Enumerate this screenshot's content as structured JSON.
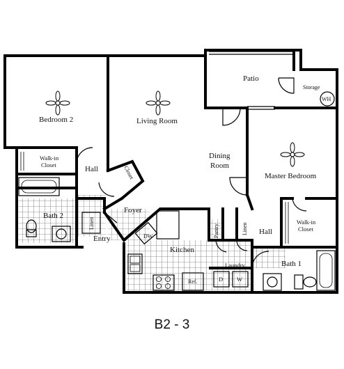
{
  "rooms": {
    "bedroom2": "Bedroom 2",
    "living_room": "Living Room",
    "patio": "Patio",
    "storage": "Storage",
    "wh": "WH",
    "walkin_closet_left_1": "Walk-in",
    "walkin_closet_left_2": "Closet",
    "hall_left": "Hall",
    "closet": "Closet",
    "dining_1": "Dining",
    "dining_2": "Room",
    "master_bedroom": "Master Bedroom",
    "bath2": "Bath 2",
    "linen_left": "Linen",
    "foyer": "Foyer",
    "entry": "Entry",
    "dw": "DW",
    "kitchen": "Kitchen",
    "pantry": "Pantry",
    "linen_right": "Linen",
    "hall_right": "Hall",
    "walkin_closet_right_1": "Walk-in",
    "walkin_closet_right_2": "Closet",
    "laundry": "Laundry",
    "d": "D",
    "w": "W",
    "ref": "Ref.",
    "bath1": "Bath 1"
  },
  "caption": "B2 - 3",
  "icons": [
    "ceiling-fan-icon",
    "toilet-icon",
    "bathtub-icon",
    "sink-icon",
    "stove-icon"
  ]
}
